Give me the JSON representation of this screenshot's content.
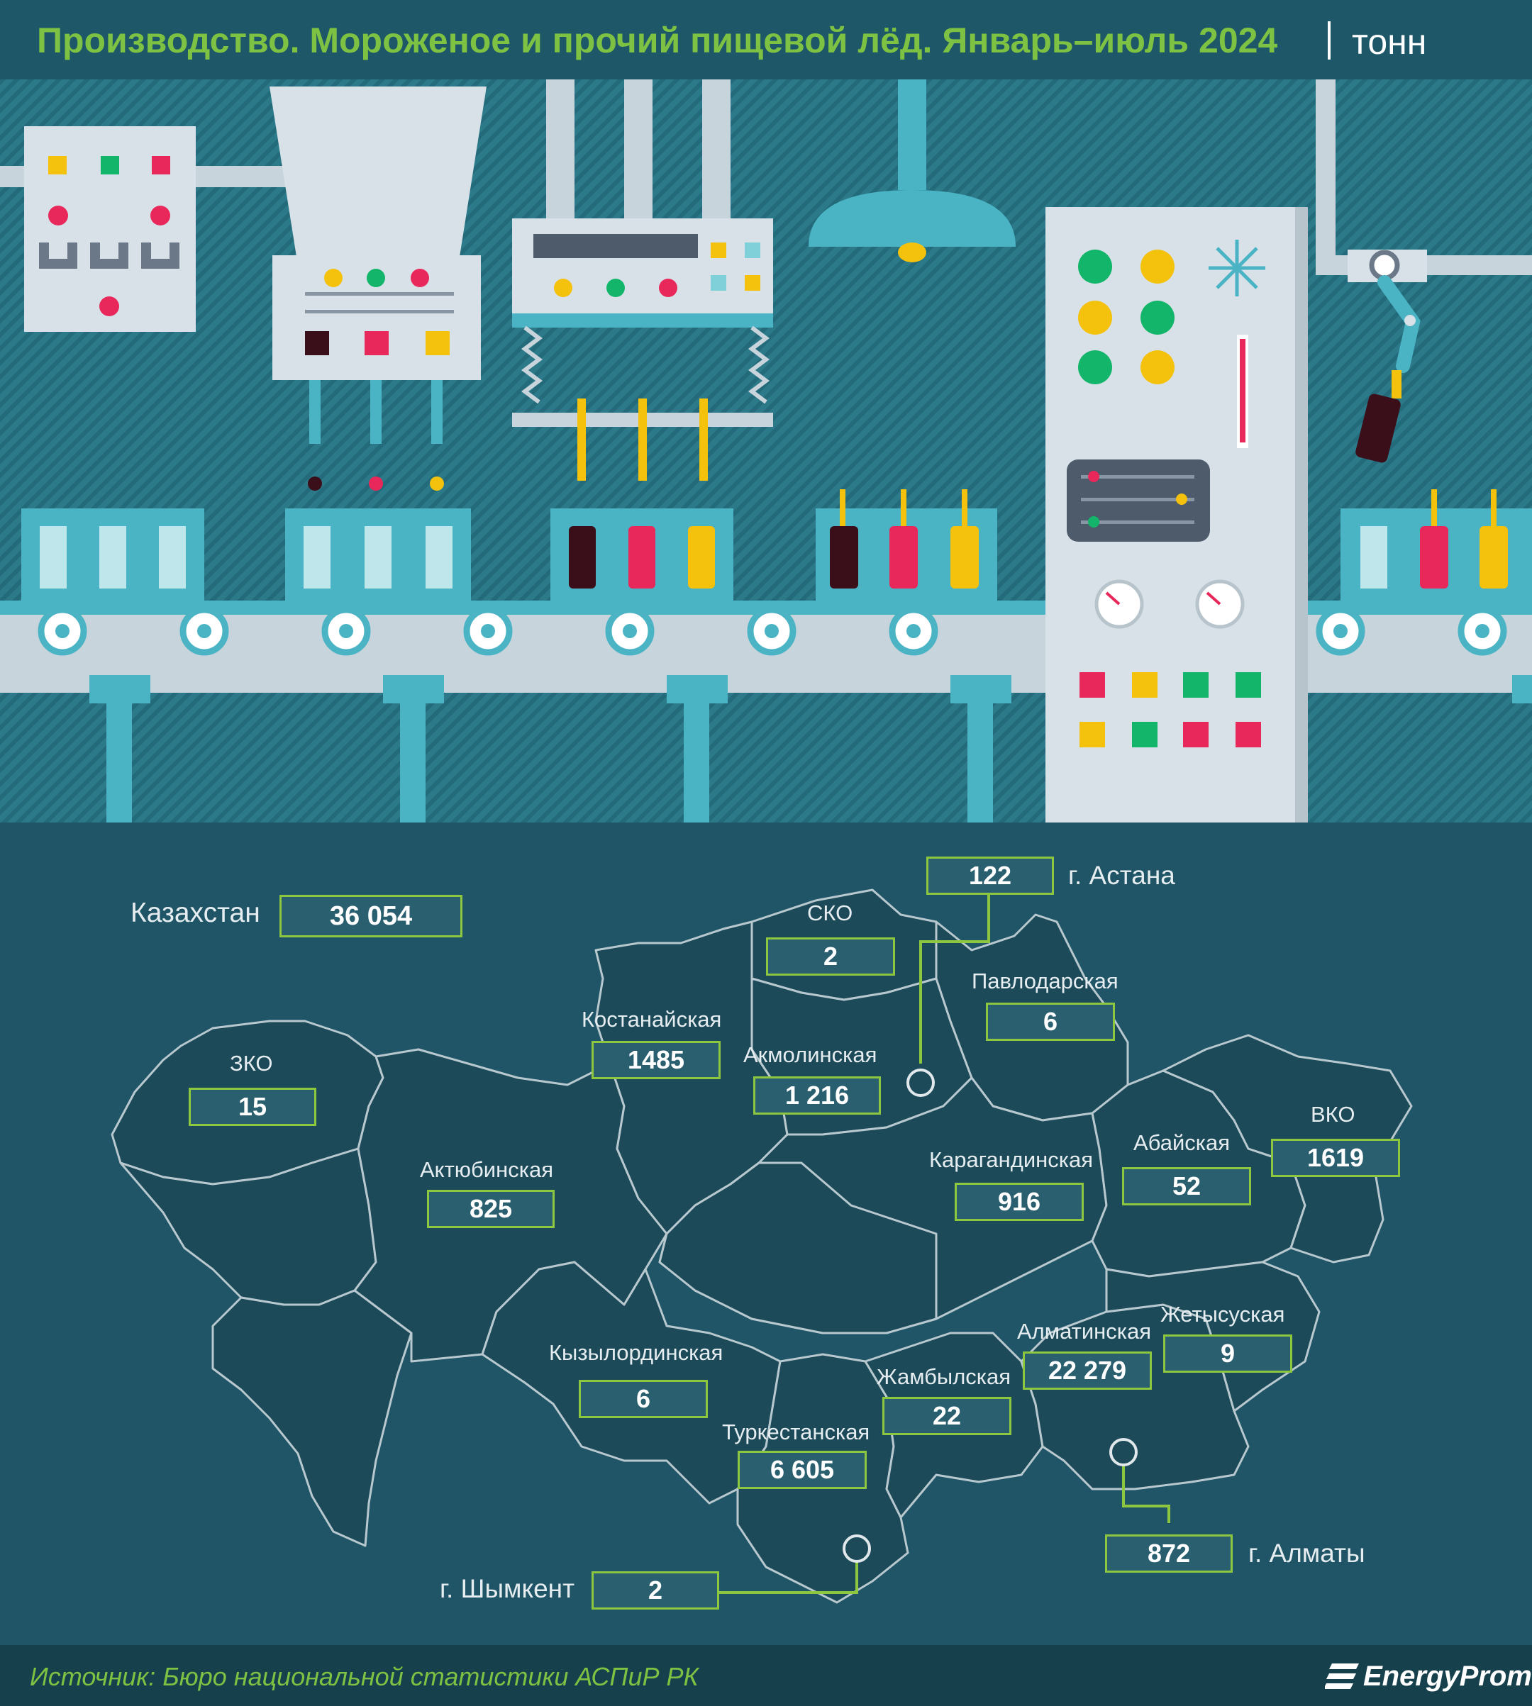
{
  "header": {
    "title": "Производство. Мороженое и прочий пищевой лёд. Январь–июль 2024",
    "unit": "тонн"
  },
  "map": {
    "total": {
      "name": "Казахстан",
      "value": "36 054"
    },
    "regions": [
      {
        "key": "zko",
        "name": "ЗКО",
        "value": "15"
      },
      {
        "key": "aktobe",
        "name": "Актюбинская",
        "value": "825"
      },
      {
        "key": "kostanay",
        "name": "Костанайская",
        "value": "1485"
      },
      {
        "key": "sko",
        "name": "СКО",
        "value": "2"
      },
      {
        "key": "akmola",
        "name": "Акмолинская",
        "value": "1 216"
      },
      {
        "key": "pavlodar",
        "name": "Павлодарская",
        "value": "6"
      },
      {
        "key": "karaganda",
        "name": "Карагандинская",
        "value": "916"
      },
      {
        "key": "abai",
        "name": "Абайская",
        "value": "52"
      },
      {
        "key": "vko",
        "name": "ВКО",
        "value": "1619"
      },
      {
        "key": "kyzylorda",
        "name": "Кызылординская",
        "value": "6"
      },
      {
        "key": "turkestan",
        "name": "Туркестанская",
        "value": "6 605"
      },
      {
        "key": "zhambyl",
        "name": "Жамбылская",
        "value": "22"
      },
      {
        "key": "almaty_reg",
        "name": "Алматинская",
        "value": "22 279"
      },
      {
        "key": "zhetysu",
        "name": "Жетысуская",
        "value": "9"
      }
    ],
    "cities": [
      {
        "key": "astana",
        "name": "г. Астана",
        "value": "122"
      },
      {
        "key": "almaty",
        "name": "г. Алматы",
        "value": "872"
      },
      {
        "key": "shymkent",
        "name": "г. Шымкент",
        "value": "2"
      }
    ]
  },
  "footer": {
    "source": "Источник: Бюро национальной статистики АСПиР РК",
    "brand": "EnergyProm"
  },
  "colors": {
    "accent_green": "#7dc242",
    "box_border": "#8dc63f",
    "map_region_fill": "#1c4a59",
    "background": "#1f5566"
  }
}
